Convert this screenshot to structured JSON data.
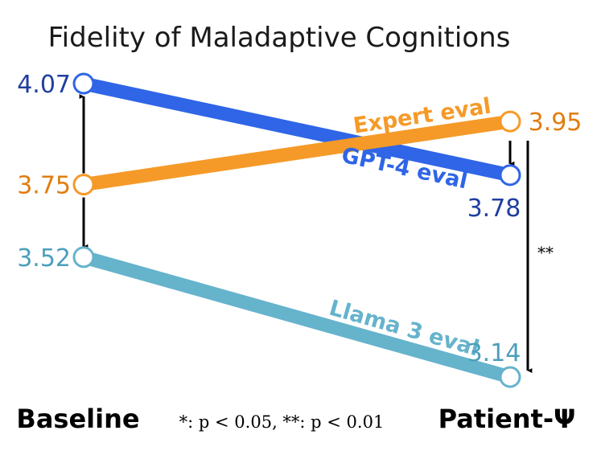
{
  "chart_data": {
    "type": "line",
    "title": "Fidelity of Maladaptive Cognitions",
    "categories": [
      "Baseline",
      "Patient-Ψ"
    ],
    "series": [
      {
        "name": "GPT-4 eval",
        "values": [
          4.07,
          3.78
        ],
        "color": "#2f65e6",
        "dark_color": "#1f3f9e"
      },
      {
        "name": "Expert eval",
        "values": [
          3.75,
          3.95
        ],
        "color": "#f59a28",
        "dark_color": "#e07d10"
      },
      {
        "name": "Llama 3 eval",
        "values": [
          3.52,
          3.14
        ],
        "color": "#66b3cc",
        "dark_color": "#4c9fbb"
      }
    ],
    "value_labels": {
      "GPT-4 eval": [
        "4.07",
        "3.78"
      ],
      "Expert eval": [
        "3.75",
        "3.95"
      ],
      "Llama 3 eval": [
        "3.52",
        "3.14"
      ]
    },
    "significance_marker": "**",
    "footnote": "*: p < 0.05, **: p < 0.01"
  }
}
